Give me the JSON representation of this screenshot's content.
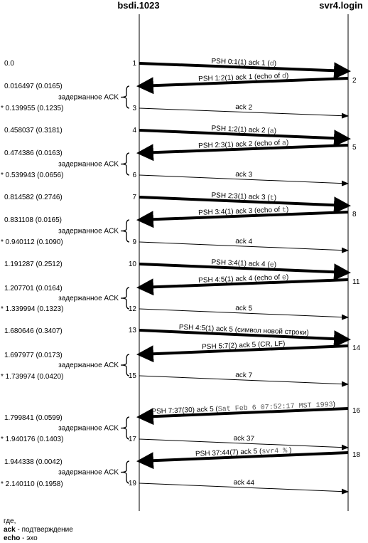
{
  "headers": {
    "left": "bsdi.1023",
    "right": "svr4.login"
  },
  "delayed_ack_label": "задержанное ACK",
  "times": [
    {
      "text": "0.0",
      "star": false
    },
    {
      "text": "0.016497 (0.0165)",
      "star": false
    },
    {
      "text": "0.139955 (0.1235)",
      "star": true
    },
    {
      "text": "0.458037 (0.3181)",
      "star": false
    },
    {
      "text": "0.474386 (0.0163)",
      "star": false
    },
    {
      "text": "0.539943 (0.0656)",
      "star": true
    },
    {
      "text": "0.814582 (0.2746)",
      "star": false
    },
    {
      "text": "0.831108 (0.0165)",
      "star": false
    },
    {
      "text": "0.940112 (0.1090)",
      "star": true
    },
    {
      "text": "1.191287 (0.2512)",
      "star": false
    },
    {
      "text": "1.207701 (0.0164)",
      "star": false
    },
    {
      "text": "1.339994 (0.1323)",
      "star": true
    },
    {
      "text": "1.680646 (0.3407)",
      "star": false
    },
    {
      "text": "1.697977 (0.0173)",
      "star": false
    },
    {
      "text": "1.739974 (0.0420)",
      "star": true
    },
    {
      "text": "1.799841 (0.0599)",
      "star": false
    },
    {
      "text": "1.940176 (0.1403)",
      "star": true
    },
    {
      "text": "1.944338  (0.0042)",
      "star": false
    },
    {
      "text": "2.140110 (0.1958)",
      "star": true
    }
  ],
  "segments": [
    {
      "n": "1",
      "dir": "right",
      "bold": true,
      "label": "PSH 0:1(1)  ack 1 (",
      "mono": "d",
      "tail": ")"
    },
    {
      "n": "2",
      "dir": "left",
      "bold": true,
      "label": "PSH 1:2(1)  ack 1 (echo of ",
      "mono": "d",
      "tail": ")"
    },
    {
      "n": "3",
      "dir": "right",
      "bold": false,
      "label": "ack 2",
      "mono": "",
      "tail": ""
    },
    {
      "n": "4",
      "dir": "right",
      "bold": true,
      "label": "PSH 1:2(1)  ack 2 (",
      "mono": "a",
      "tail": ")"
    },
    {
      "n": "5",
      "dir": "left",
      "bold": true,
      "label": "PSH 2:3(1)  ack 2 (echo of ",
      "mono": "a",
      "tail": ")"
    },
    {
      "n": "6",
      "dir": "right",
      "bold": false,
      "label": "ack 3",
      "mono": "",
      "tail": ""
    },
    {
      "n": "7",
      "dir": "right",
      "bold": true,
      "label": "PSH 2:3(1)  ack 3 (",
      "mono": "t",
      "tail": ")"
    },
    {
      "n": "8",
      "dir": "left",
      "bold": true,
      "label": "PSH 3:4(1)  ack 3 (echo of ",
      "mono": "t",
      "tail": ")"
    },
    {
      "n": "9",
      "dir": "right",
      "bold": false,
      "label": "ack 4",
      "mono": "",
      "tail": ""
    },
    {
      "n": "10",
      "dir": "right",
      "bold": true,
      "label": "PSH 3:4(1)  ack 4 (",
      "mono": "e",
      "tail": ")"
    },
    {
      "n": "11",
      "dir": "left",
      "bold": true,
      "label": "PSH 4:5(1)  ack 4 (echo of ",
      "mono": "e",
      "tail": ")"
    },
    {
      "n": "12",
      "dir": "right",
      "bold": false,
      "label": "ack 5",
      "mono": "",
      "tail": ""
    },
    {
      "n": "13",
      "dir": "right",
      "bold": true,
      "label": "PSH 4:5(1)  ack 5 (символ новой строки)",
      "mono": "",
      "tail": ""
    },
    {
      "n": "14",
      "dir": "left",
      "bold": true,
      "label": "PSH 5:7(2)  ack 5 (CR, LF)",
      "mono": "",
      "tail": ""
    },
    {
      "n": "15",
      "dir": "right",
      "bold": false,
      "label": "ack 7",
      "mono": "",
      "tail": ""
    },
    {
      "n": "16",
      "dir": "left",
      "bold": true,
      "label": "PSH 7:37(30) ack 5 (",
      "mono": "Sat Feb 6 07:52:17 MST 1993",
      "tail": ")"
    },
    {
      "n": "17",
      "dir": "right",
      "bold": false,
      "label": "ack 37",
      "mono": "",
      "tail": ""
    },
    {
      "n": "18",
      "dir": "left",
      "bold": true,
      "label": "PSH 37:44(7)  ack 5 (",
      "mono": "svr4 %",
      "tail": " )"
    },
    {
      "n": "19",
      "dir": "right",
      "bold": false,
      "label": "ack 44",
      "mono": "",
      "tail": ""
    }
  ],
  "legend": {
    "line1": "где,",
    "ack_term": "ack",
    "ack_def": " - подтверждение",
    "echo_term": "echo",
    "echo_def": " - эхо"
  }
}
